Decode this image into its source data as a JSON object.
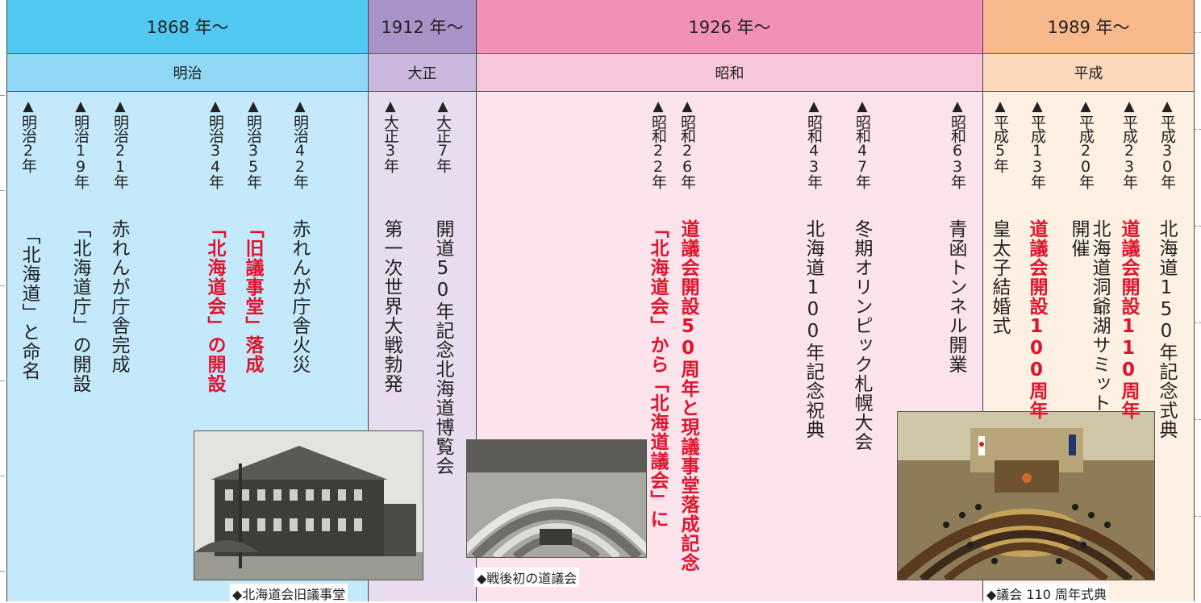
{
  "eras": {
    "meiji": {
      "start": "1868 年〜",
      "name": "明治",
      "color": "#52c9f2",
      "name_color": "#8fd8f5",
      "body_color": "#c4e9fb"
    },
    "taisho": {
      "start": "1912 年〜",
      "name": "大正",
      "color": "#a892c8",
      "name_color": "#c9b7dd",
      "body_color": "#e8ddef"
    },
    "showa": {
      "start": "1926 年〜",
      "name": "昭和",
      "color": "#f291b8",
      "name_color": "#f8c6da",
      "body_color": "#fde3ec"
    },
    "heisei": {
      "start": "1989 年〜",
      "name": "平成",
      "color": "#f8b98c",
      "name_color": "#fcd9bb",
      "body_color": "#fef0e2"
    }
  },
  "markers": {
    "triangle": "▲",
    "m2": "明治2年",
    "m19": "明治19年",
    "m21": "明治21年",
    "m34": "明治34年",
    "m35": "明治35年",
    "m42": "明治42年",
    "t3": "大正3年",
    "t7": "大正7年",
    "s22": "昭和22年",
    "s26": "昭和26年",
    "s43": "昭和43年",
    "s47": "昭和47年",
    "s63": "昭和63年",
    "h5": "平成5年",
    "h13": "平成13年",
    "h20": "平成20年",
    "h23": "平成23年",
    "h30": "平成30年"
  },
  "events": {
    "m2": "「北海道」と命名",
    "m19": "「北海道庁」の開設",
    "m21": "赤れんが庁舎完成",
    "m34": "「北海道会」の開設",
    "m35": "「旧議事堂」落成",
    "m42": "赤れんが庁舎火災",
    "t3": "第一次世界大戦勃発",
    "t7": "開道50年記念北海道博覧会",
    "s22": "「北海道会」から「北海道議会」に",
    "s26": "道議会開設50周年と現議事堂落成記念",
    "s43": "北海道100年記念祝典",
    "s47": "冬期オリンピック札幌大会",
    "s63": "青函トンネル開業",
    "h5": "皇太子結婚式",
    "h13": "道議会開設100周年",
    "h20": "北海道洞爺湖サミット開催",
    "h23": "道議会開設110周年",
    "h30": "北海道150年記念式典"
  },
  "captions": {
    "old_hall": "◆北海道会旧議事堂",
    "postwar": "◆戦後初の道議会",
    "ceremony": "◆議会 110 周年式典"
  },
  "highlight_color": "#e0132c"
}
